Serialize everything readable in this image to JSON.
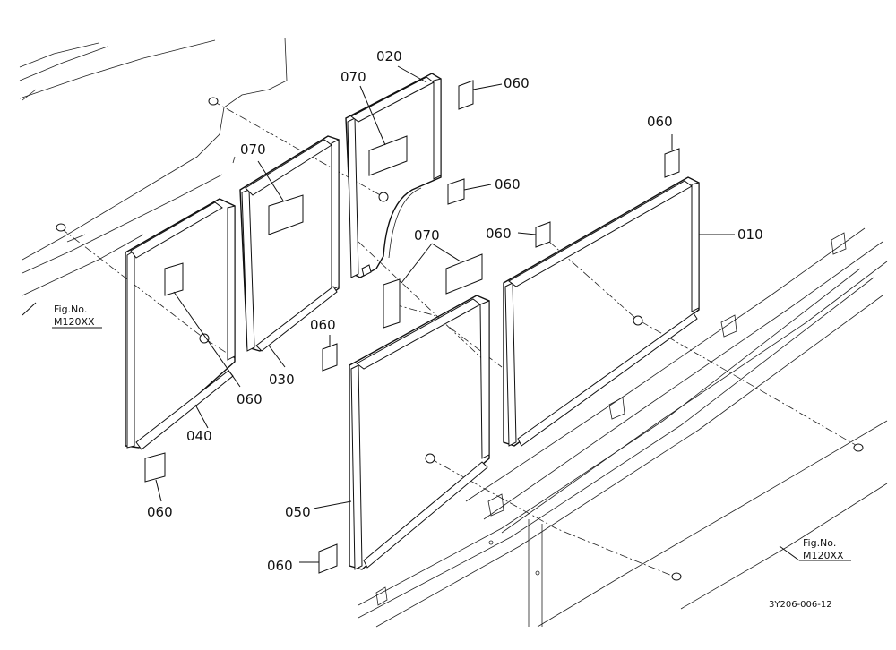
{
  "labels": {
    "p010": "010",
    "p020": "020",
    "p030": "030",
    "p040": "040",
    "p050": "050",
    "p060_a": "060",
    "p060_b": "060",
    "p060_c": "060",
    "p060_d": "060",
    "p060_e": "060",
    "p060_f": "060",
    "p060_g": "060",
    "p060_h": "060",
    "p070_a": "070",
    "p070_b": "070",
    "p070_c": "070"
  },
  "fig_refs": {
    "left_line1": "Fig.No.",
    "left_line2": "M120XX",
    "right_line1": "Fig.No.",
    "right_line2": "M120XX"
  },
  "drawing_code": "3Y206-006-12"
}
